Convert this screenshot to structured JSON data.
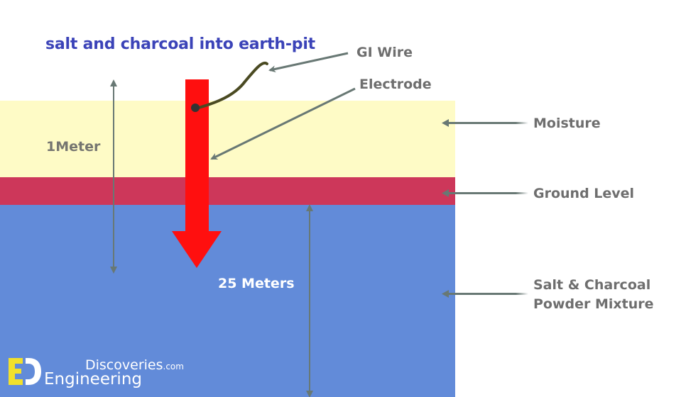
{
  "diagram": {
    "title": "salt and charcoal into earth-pit",
    "layers": [
      {
        "name": "Moisture",
        "color": "#fefbc6"
      },
      {
        "name": "Ground Level",
        "color": "#cd375a"
      },
      {
        "name": "Salt & Charcoal Powder Mixture",
        "color": "#628bd9"
      }
    ],
    "labels": {
      "gi_wire": "GI Wire",
      "electrode": "Electrode",
      "moisture": "Moisture",
      "ground_level": "Ground Level",
      "mixture_line1": "Salt & Charcoal",
      "mixture_line2": "Powder Mixture"
    },
    "dimensions": {
      "upper": "1Meter",
      "lower": "25 Meters"
    },
    "colors": {
      "electrode": "#ff0f0f",
      "wire": "#4a4a22",
      "pointer": "#687874",
      "title": "#3b43b8"
    }
  },
  "watermark": {
    "line1": "Discoveries",
    "line1_suffix": ".com",
    "line2": "Engineering"
  }
}
